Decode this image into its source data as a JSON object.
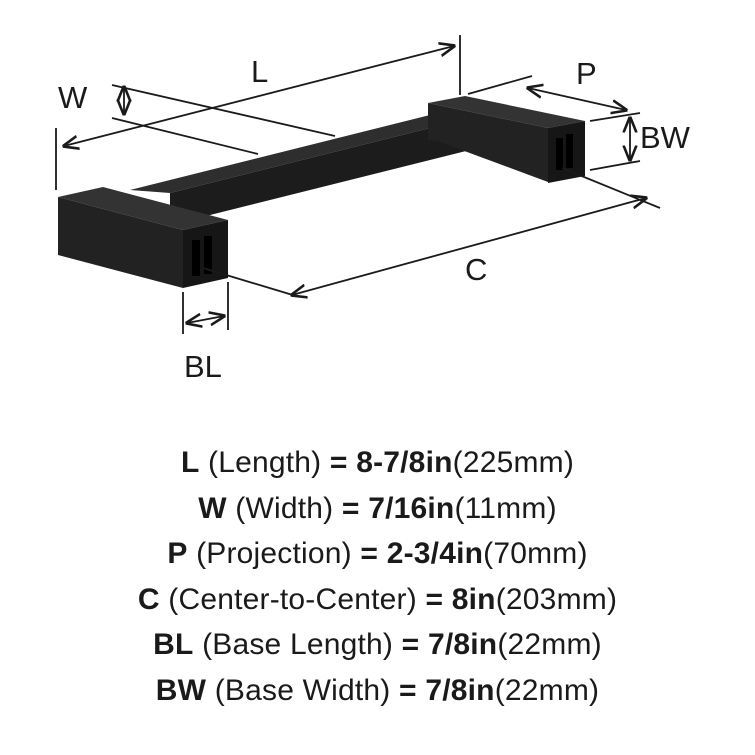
{
  "diagram": {
    "labels": {
      "L": "L",
      "W": "W",
      "P": "P",
      "BW": "BW",
      "C": "C",
      "BL": "BL"
    }
  },
  "specs": [
    {
      "abbr": "L",
      "desc": "(Length)",
      "eq": "=",
      "value": "8-7/8in",
      "metric": "(225mm)"
    },
    {
      "abbr": "W",
      "desc": "(Width)",
      "eq": "=",
      "value": "7/16in",
      "metric": "(11mm)"
    },
    {
      "abbr": "P",
      "desc": "(Projection)",
      "eq": "=",
      "value": "2-3/4in",
      "metric": "(70mm)"
    },
    {
      "abbr": "C",
      "desc": "(Center-to-Center)",
      "eq": "=",
      "value": "8in",
      "metric": "(203mm)"
    },
    {
      "abbr": "BL",
      "desc": "(Base Length)",
      "eq": "=",
      "value": "7/8in",
      "metric": "(22mm)"
    },
    {
      "abbr": "BW",
      "desc": "(Base Width)",
      "eq": "=",
      "value": "7/8in",
      "metric": "(22mm)"
    }
  ],
  "colors": {
    "handle": "#1c1c1c",
    "handle_light": "#3a3a3a",
    "line": "#1a1a1a",
    "text": "#1a1a1a"
  }
}
